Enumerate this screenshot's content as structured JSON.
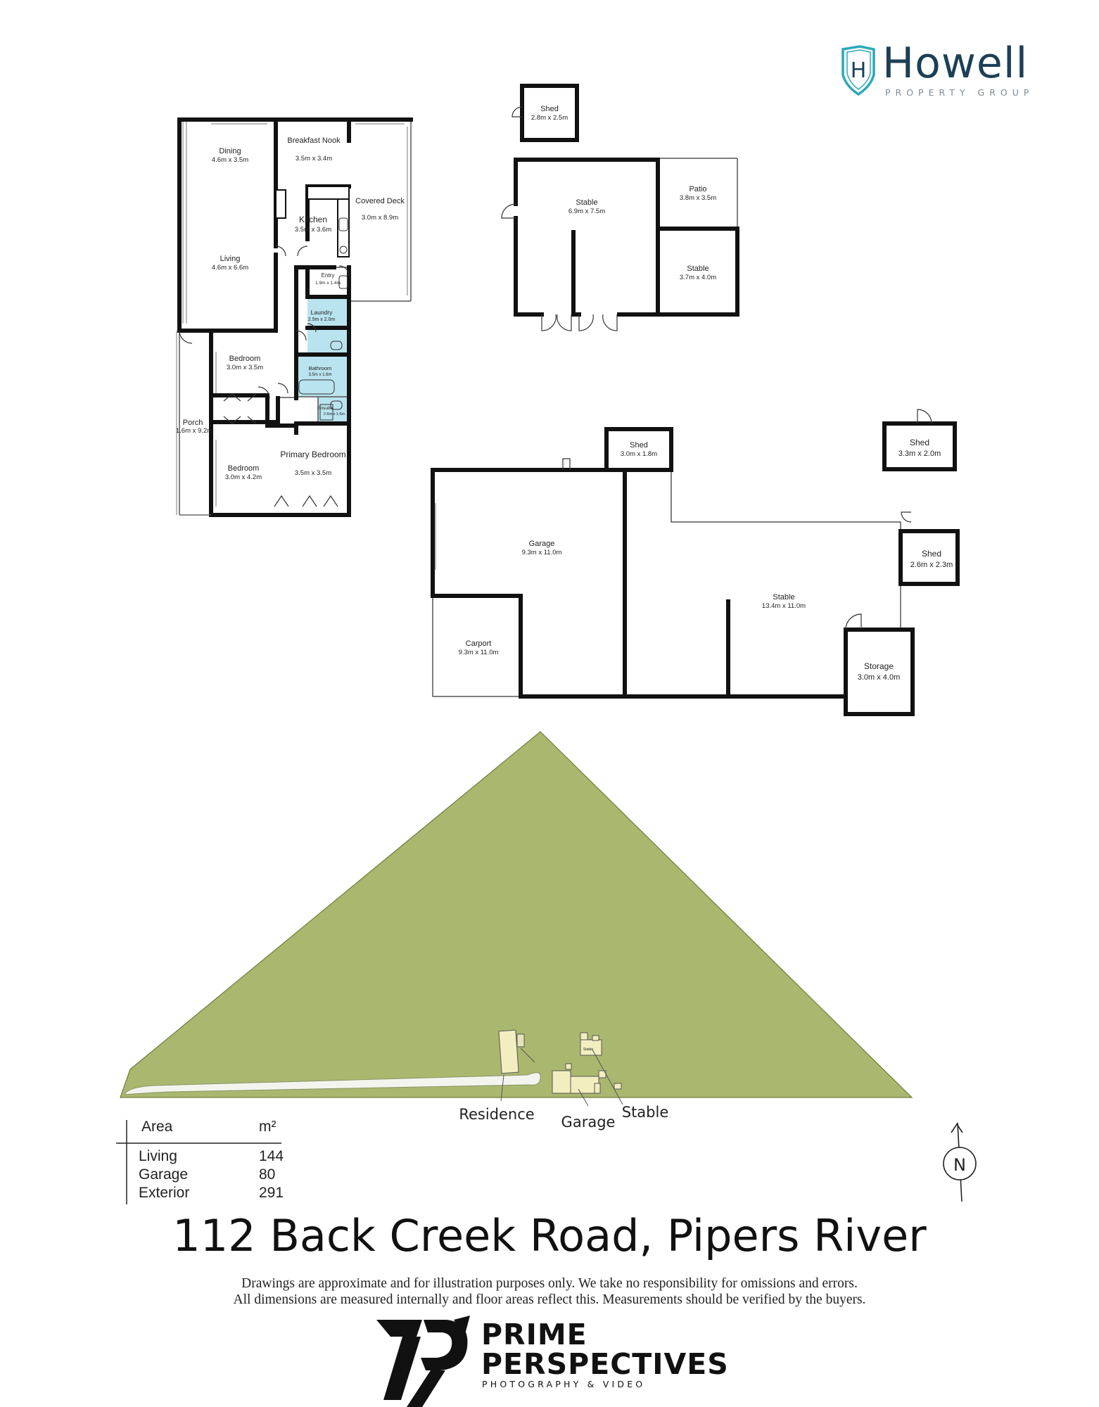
{
  "brand": {
    "name": "Howell",
    "tagline": "PROPERTY GROUP",
    "logo_letter": "H"
  },
  "residence": {
    "rooms": [
      {
        "name": "Dining",
        "size": "4.6m x 3.5m"
      },
      {
        "name": "Breakfast Nook",
        "size": "3.5m x 3.4m"
      },
      {
        "name": "Covered Deck",
        "size": "3.0m x 8.9m"
      },
      {
        "name": "Kitchen",
        "size": "3.5m x 3.6m"
      },
      {
        "name": "Living",
        "size": "4.6m x 6.6m"
      },
      {
        "name": "Entry",
        "size": "1.9m x 1.4m"
      },
      {
        "name": "Laundry",
        "size": "2.5m x 2.0m"
      },
      {
        "name": "Bedroom",
        "size": "3.0m x 3.5m"
      },
      {
        "name": "Bathroom",
        "size": "3.5m x 1.6m"
      },
      {
        "name": "Ensuite",
        "size": "2.6m x 1.6m"
      },
      {
        "name": "Porch",
        "size": "1.6m x 9.2m"
      },
      {
        "name": "Primary Bedroom",
        "size": "3.5m x 3.5m"
      },
      {
        "name": "Bedroom",
        "size": "3.0m x 4.2m"
      }
    ]
  },
  "stable_block": {
    "rooms": [
      {
        "name": "Shed",
        "size": "2.8m x 2.5m"
      },
      {
        "name": "Stable",
        "size": "6.9m x 7.5m"
      },
      {
        "name": "Patio",
        "size": "3.8m x 3.5m"
      },
      {
        "name": "Stable",
        "size": "3.7m x 4.0m"
      }
    ]
  },
  "garage_block": {
    "rooms": [
      {
        "name": "Shed",
        "size": "3.0m x 1.8m"
      },
      {
        "name": "Shed",
        "size": "3.3m x 2.0m"
      },
      {
        "name": "Garage",
        "size": "9.3m x 11.0m"
      },
      {
        "name": "Shed",
        "size": "2.6m x 2.3m"
      },
      {
        "name": "Stable",
        "size": "13.4m x 11.0m"
      },
      {
        "name": "Carport",
        "size": "9.3m x 11.0m"
      },
      {
        "name": "Storage",
        "size": "3.0m x 4.0m"
      }
    ]
  },
  "site_plan": {
    "land_color": "#a9b86e",
    "building_color": "#f2eec0",
    "labels": [
      "Residence",
      "Garage",
      "Stable"
    ],
    "stable_tag": "Stable"
  },
  "area_table": {
    "col_label": "Area",
    "col_unit": "m²",
    "rows": [
      {
        "label": "Living",
        "value": "144"
      },
      {
        "label": "Garage",
        "value": "80"
      },
      {
        "label": "Exterior",
        "value": "291"
      }
    ]
  },
  "compass": {
    "letter": "N"
  },
  "address": "112 Back Creek Road, Pipers River",
  "disclaimer": [
    "Drawings are approximate and for illustration purposes only. We take no responsibility for omissions and errors.",
    "All dimensions are measured internally and floor areas reflect this. Measurements should be verified by the buyers."
  ],
  "photographer": {
    "line1": "PRIME",
    "line2": "PERSPECTIVES",
    "line3": "PHOTOGRAPHY & VIDEO"
  },
  "colors": {
    "wet_area": "#b9e3ef",
    "brand_teal": "#2aa8b8",
    "brand_navy": "#1d3f56",
    "wall": "#111111"
  }
}
